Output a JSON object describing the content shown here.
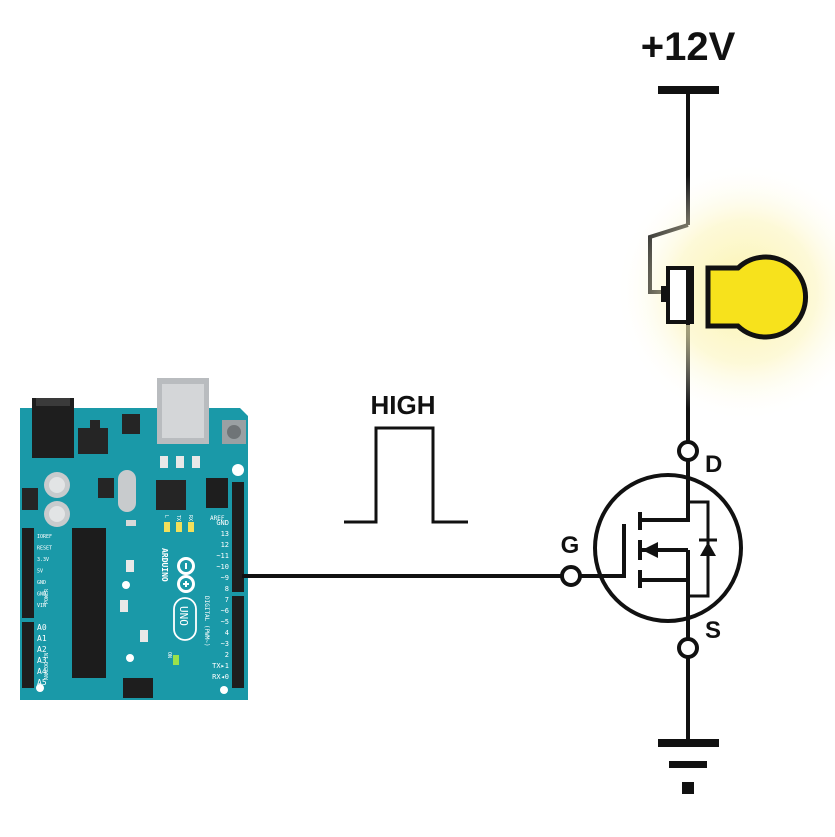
{
  "supply": {
    "label": "+12V"
  },
  "signal": {
    "label": "HIGH"
  },
  "mosfet": {
    "gate_label": "G",
    "drain_label": "D",
    "source_label": "S"
  },
  "arduino": {
    "brand": "ARDUINO",
    "model": "UNO",
    "power_header_labels": [
      "IOREF",
      "RESET",
      "3.3V",
      "5V",
      "GND",
      "GND",
      "VIN"
    ],
    "power_header_title": "POWER",
    "analog_labels": [
      "A0",
      "A1",
      "A2",
      "A3",
      "A4",
      "A5"
    ],
    "analog_title": "ANALOG IN",
    "digital_labels": [
      "GND",
      "13",
      "12",
      "~11",
      "~10",
      "~9",
      "8",
      "7",
      "~6",
      "~5",
      "4",
      "~3",
      "2",
      "TX▸1",
      "RX◂0"
    ],
    "aref_label": "AREF",
    "digital_title": "DIGITAL (PWM~)",
    "led_labels": [
      "L",
      "TX",
      "RX",
      "ON"
    ]
  },
  "colors": {
    "board": "#1a99a8",
    "board_dark": "#0f7f8c",
    "lamp": "#f7e21c",
    "glow": "#fbf3a6",
    "wire": "#111111"
  }
}
